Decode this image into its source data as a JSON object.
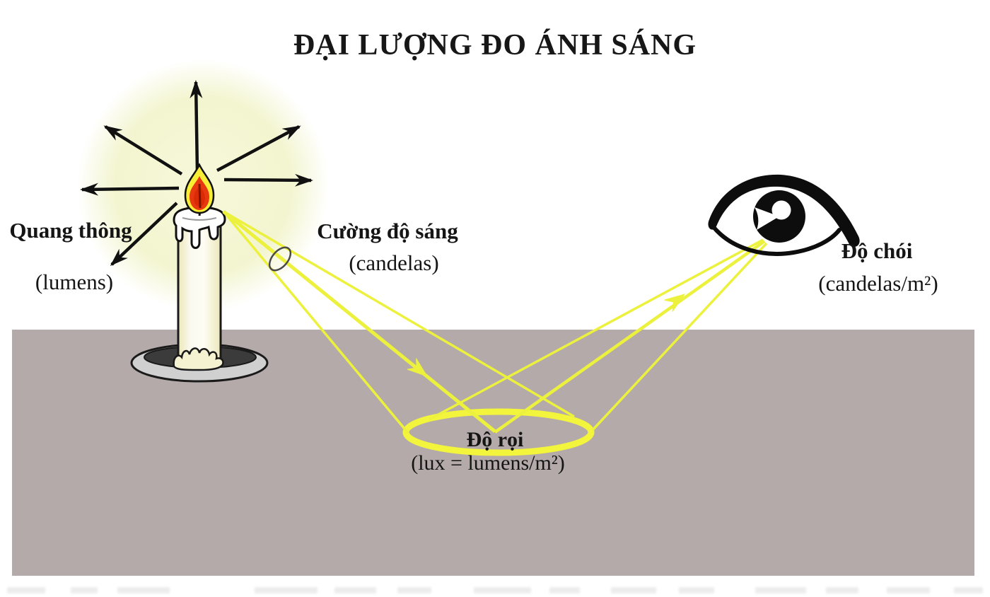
{
  "title": "ĐẠI LƯỢNG ĐO ÁNH SÁNG",
  "labels": {
    "luminous_flux": {
      "term": "Quang thông",
      "unit": "(lumens)"
    },
    "luminous_intensity": {
      "term": "Cường độ sáng",
      "unit": "(candelas)"
    },
    "luminance": {
      "term": "Độ chói",
      "unit": "(candelas/m²)"
    },
    "illuminance": {
      "term": "Độ rọi",
      "unit": "(lux = lumens/m²)"
    }
  },
  "icons": {
    "candle": "candle-icon",
    "flame": "flame-icon",
    "eye": "eye-icon",
    "emission_arrows": "radiating-arrows-icon",
    "light_beams": "light-ray-beams",
    "solid_angle": "solid-angle-ellipse-icon",
    "illuminated_spot": "illuminance-ellipse-icon"
  },
  "colors": {
    "ray_yellow": "#ecf13d",
    "glow_yellow": "#f5f6d5",
    "ground_gray": "#b3aaa9",
    "flame_red": "#e8380f",
    "flame_yellow": "#f8ee35",
    "saucer_gray": "#cccccc",
    "saucer_dark": "#3b3b3b",
    "text_black": "#171717"
  }
}
